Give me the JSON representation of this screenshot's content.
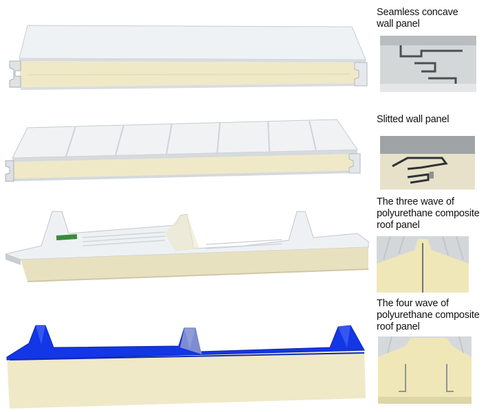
{
  "captions": {
    "seamless": [
      "Seamless concave",
      "wall panel"
    ],
    "slitted": [
      "Slitted wall panel"
    ],
    "three_wave": [
      "The three wave of",
      "polyurethane composite",
      "roof panel"
    ],
    "four_wave": [
      "The four wave of",
      "polyurethane composite",
      "roof panel"
    ]
  },
  "colors": {
    "panel_white": "#eef1f4",
    "foam": "#efe9c8",
    "foam_dark": "#e3dcb4",
    "panel_blue": "#1336e6",
    "detail_gray": "#c9ccce"
  }
}
